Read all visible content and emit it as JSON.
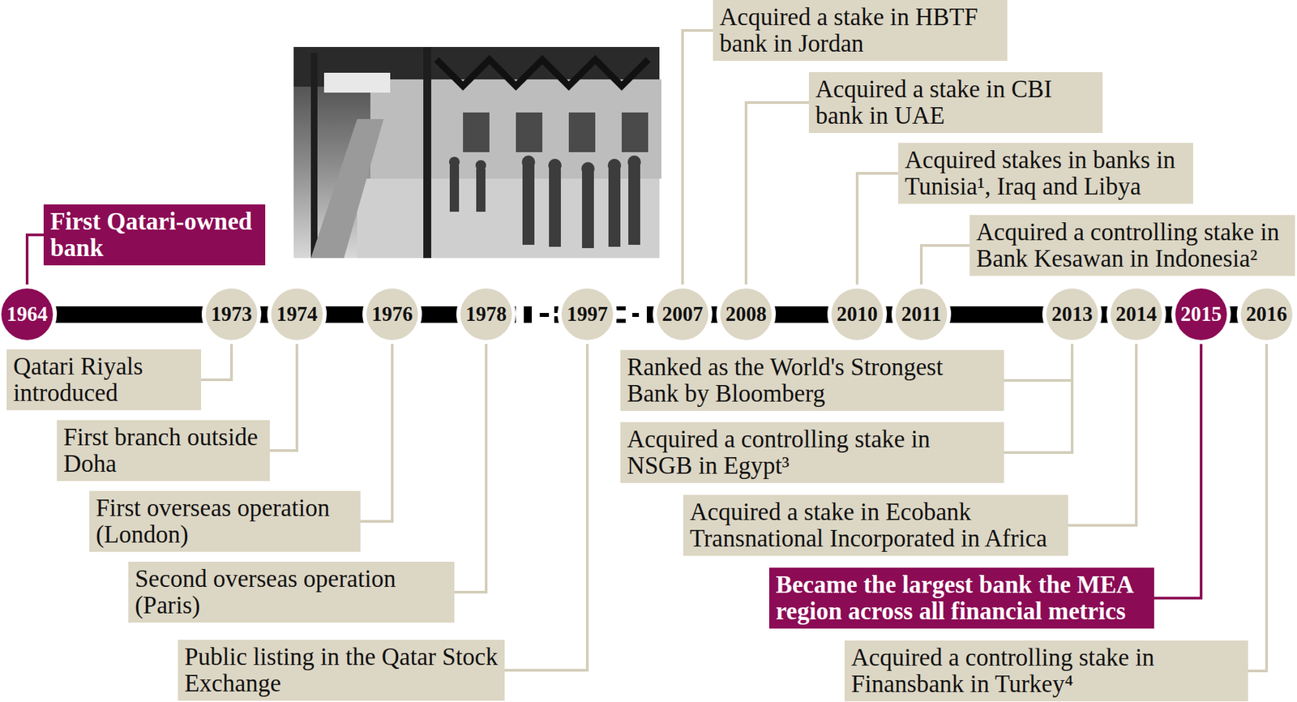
{
  "diagram": {
    "nodes": [
      {
        "text": [
          "Acquired a stake in HBTF bank in Jordan"
        ]
      },
      {
        "text": [
          "Acquired a stake in CBI bank in UAE"
        ]
      },
      {
        "text": [
          "Acquired stakes in banks in Tunisia¹, Iraq and Libya"
        ]
      },
      {
        "text": [
          "Acquired a controlling stake in Bank Kesawan in Indonesia²"
        ]
      },
      {
        "text": [
          "First Qatari-owned bank"
        ]
      },
      {
        "text": [
          "1964"
        ]
      },
      {
        "text": [
          "1973"
        ]
      },
      {
        "text": [
          "1974"
        ]
      },
      {
        "text": [
          "1976"
        ]
      },
      {
        "text": [
          "1978"
        ]
      },
      {
        "text": [
          "1997"
        ]
      },
      {
        "text": [
          "2007"
        ]
      },
      {
        "text": [
          "2008"
        ]
      },
      {
        "text": [
          "2010"
        ]
      },
      {
        "text": [
          "2011"
        ]
      },
      {
        "text": [
          "2013"
        ]
      },
      {
        "text": [
          "2014"
        ]
      },
      {
        "text": [
          "2015"
        ]
      },
      {
        "text": [
          "2016"
        ]
      },
      {
        "text": [
          "Qatari Riyals introduced"
        ]
      },
      {
        "text": [
          "First branch outside Doha"
        ]
      },
      {
        "text": [
          "First overseas operation (London)"
        ]
      },
      {
        "text": [
          "Second overseas operation (Paris)"
        ]
      },
      {
        "text": [
          "Public listing in the Qatar Stock Exchange"
        ]
      },
      {
        "text": [
          "Ranked as the World's Strongest Bank by Bloomberg"
        ]
      },
      {
        "text": [
          "Acquired a controlling stake in NSGB in Egypt³"
        ]
      },
      {
        "text": [
          "Acquired a stake in Ecobank Transnational Incorporated in Africa"
        ]
      },
      {
        "text": [
          "Became the largest bank the MEA region across all financial metrics"
        ]
      },
      {
        "text": [
          "Acquired a controlling stake in Finansbank in Turkey⁴"
        ]
      }
    ],
    "edges": [
      {
        "from": 0,
        "to": 11,
        "arrow": "none"
      },
      {
        "from": 1,
        "to": 12,
        "arrow": "none"
      },
      {
        "from": 2,
        "to": 13,
        "arrow": "none"
      },
      {
        "from": 3,
        "to": 14,
        "arrow": "none"
      },
      {
        "from": 4,
        "to": 5,
        "arrow": "none"
      },
      {
        "from": 19,
        "to": 6,
        "arrow": "none"
      },
      {
        "from": 20,
        "to": 7,
        "arrow": "none"
      },
      {
        "from": 21,
        "to": 8,
        "arrow": "none"
      },
      {
        "from": 22,
        "to": 9,
        "arrow": "none"
      },
      {
        "from": 23,
        "to": 10,
        "arrow": "none"
      },
      {
        "from": 24,
        "to": 15,
        "arrow": "none"
      },
      {
        "from": 25,
        "to": 15,
        "arrow": "none"
      },
      {
        "from": 26,
        "to": 16,
        "arrow": "none"
      },
      {
        "from": 27,
        "to": 17,
        "arrow": "none"
      },
      {
        "from": 28,
        "to": 18,
        "arrow": "none"
      }
    ]
  }
}
